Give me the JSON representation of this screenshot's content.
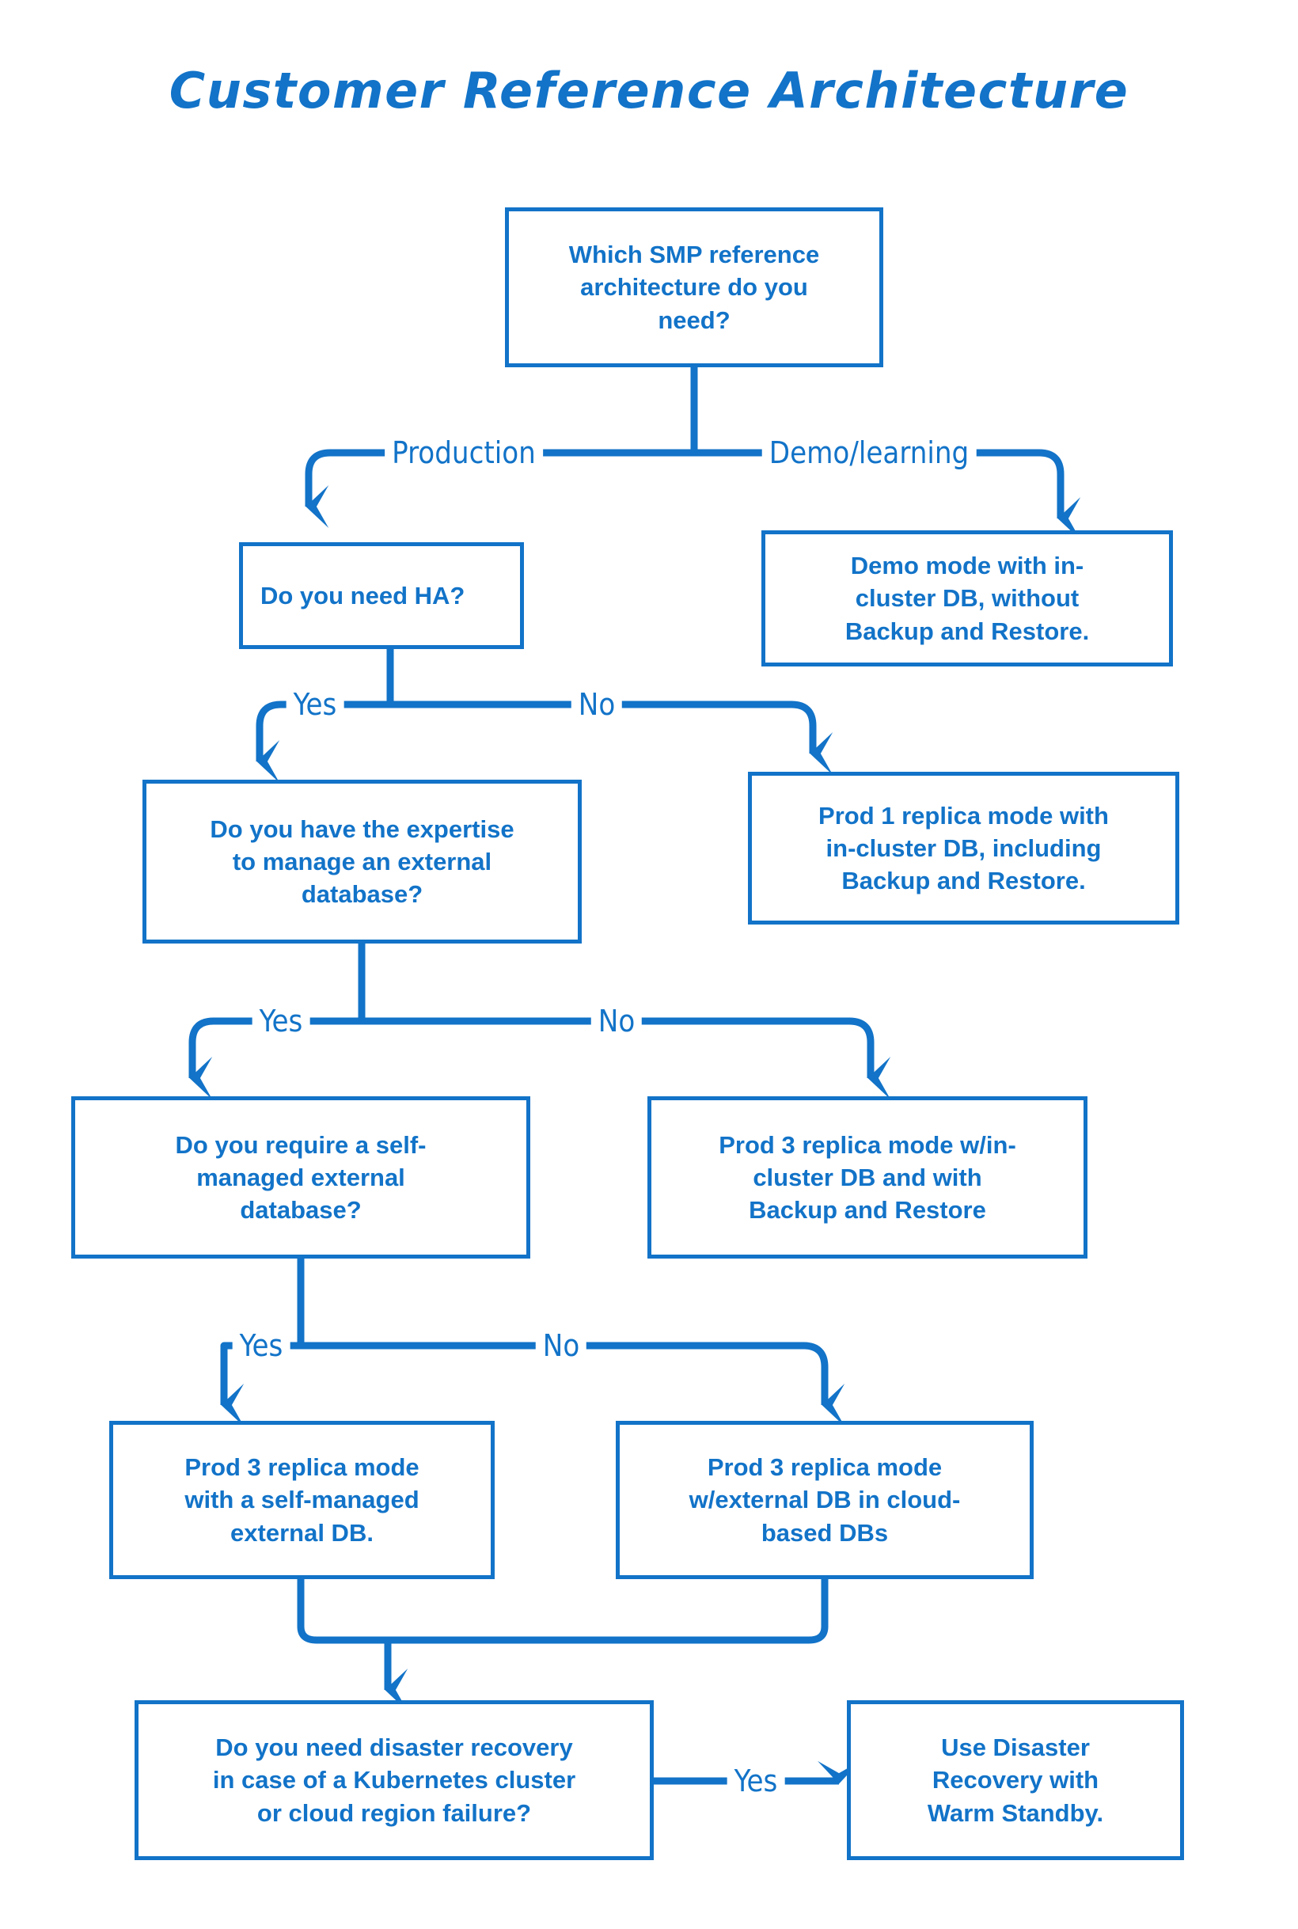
{
  "meta": {
    "title": "Customer Reference Architecture",
    "accent_color": "#1273C8",
    "background_color": "#FFFFFF",
    "text_color": "#1273C8"
  },
  "chart_data": {
    "type": "diagram",
    "diagram_type": "flowchart",
    "title": "Customer Reference Architecture",
    "orientation": "top-to-bottom",
    "nodes": [
      {
        "id": "n1",
        "shape": "rectangle",
        "kind": "decision",
        "text": "Which SMP reference architecture do you need?"
      },
      {
        "id": "n2",
        "shape": "rectangle",
        "kind": "decision",
        "text": "Do you need HA?"
      },
      {
        "id": "n3",
        "shape": "rectangle",
        "kind": "outcome",
        "text": "Demo mode with in-cluster DB, without Backup and Restore."
      },
      {
        "id": "n4",
        "shape": "rectangle",
        "kind": "decision",
        "text": "Do you have the expertise to manage an external database?"
      },
      {
        "id": "n5",
        "shape": "rectangle",
        "kind": "outcome",
        "text": "Prod 1 replica mode with in-cluster DB, including Backup and Restore."
      },
      {
        "id": "n6",
        "shape": "rectangle",
        "kind": "decision",
        "text": "Do you require a self-managed external database?"
      },
      {
        "id": "n7",
        "shape": "rectangle",
        "kind": "outcome",
        "text": "Prod 3 replica mode w/in-cluster DB and with Backup and Restore"
      },
      {
        "id": "n8",
        "shape": "rectangle",
        "kind": "outcome",
        "text": "Prod 3 replica mode with a self-managed external DB."
      },
      {
        "id": "n9",
        "shape": "rectangle",
        "kind": "outcome",
        "text": "Prod 3 replica mode w/external DB in cloud-based DBs"
      },
      {
        "id": "n10",
        "shape": "rectangle",
        "kind": "decision",
        "text": "Do you need disaster recovery in case of a Kubernetes cluster or cloud region failure?"
      },
      {
        "id": "n11",
        "shape": "rectangle",
        "kind": "outcome",
        "text": "Use Disaster Recovery with Warm Standby."
      }
    ],
    "edges": [
      {
        "from": "n1",
        "to": "n2",
        "label": "Production"
      },
      {
        "from": "n1",
        "to": "n3",
        "label": "Demo/learning"
      },
      {
        "from": "n2",
        "to": "n4",
        "label": "Yes"
      },
      {
        "from": "n2",
        "to": "n5",
        "label": "No"
      },
      {
        "from": "n4",
        "to": "n6",
        "label": "Yes"
      },
      {
        "from": "n4",
        "to": "n7",
        "label": "No"
      },
      {
        "from": "n6",
        "to": "n8",
        "label": "Yes"
      },
      {
        "from": "n6",
        "to": "n9",
        "label": "No"
      },
      {
        "from": "n8",
        "to": "n10",
        "label": ""
      },
      {
        "from": "n9",
        "to": "n10",
        "label": ""
      },
      {
        "from": "n10",
        "to": "n11",
        "label": "Yes"
      }
    ]
  },
  "nodes": {
    "n1": {
      "line1": "Which SMP reference",
      "line2": "architecture do you",
      "line3": "need?",
      "text": "Which SMP reference\narchitecture do you\nneed?"
    },
    "n2": {
      "text": "Do you need HA?"
    },
    "n3": {
      "text": "Demo mode with in-\ncluster DB, without\nBackup and Restore."
    },
    "n4": {
      "text": "Do you have the expertise\nto manage an external\ndatabase?"
    },
    "n5": {
      "text": "Prod 1 replica mode with\nin-cluster DB, including\nBackup and Restore."
    },
    "n6": {
      "text": "Do you require a self-\nmanaged external\ndatabase?"
    },
    "n7": {
      "text": "Prod 3 replica mode w/in-\ncluster DB and with\nBackup and Restore"
    },
    "n8": {
      "text": "Prod 3 replica mode\nwith a self-managed\nexternal DB."
    },
    "n9": {
      "text": "Prod 3 replica mode\nw/external DB in cloud-\nbased DBs"
    },
    "n10": {
      "text": "Do you need disaster recovery\nin case of a Kubernetes cluster\nor cloud region failure?"
    },
    "n11": {
      "text": "Use Disaster\nRecovery with\nWarm Standby."
    }
  },
  "edge_labels": {
    "production": "Production",
    "demo_learning": "Demo/learning",
    "ha_yes": "Yes",
    "ha_no": "No",
    "expertise_yes": "Yes",
    "expertise_no": "No",
    "selfmanaged_yes": "Yes",
    "selfmanaged_no": "No",
    "dr_yes": "Yes"
  }
}
